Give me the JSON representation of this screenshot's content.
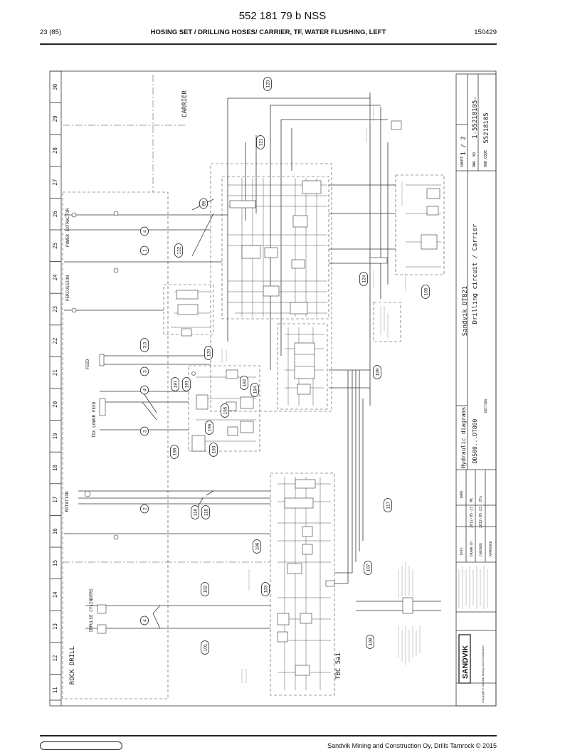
{
  "header": {
    "doc_number": "552 181 79 b NSS",
    "page": "23 (85)",
    "title": "HOSING SET / DRILLING HOSES/ CARRIER, TF, WATER FLUSHING, LEFT",
    "date_code": "150429"
  },
  "footer": {
    "company_text": "Sandvik Mining and Construction Oy, Drills Tamrock © 2015"
  },
  "drawing": {
    "column_numbers": [
      "11",
      "12",
      "13",
      "14",
      "15",
      "16",
      "17",
      "18",
      "19",
      "20",
      "21",
      "22",
      "23",
      "24",
      "25",
      "26",
      "27",
      "28",
      "29",
      "30"
    ],
    "section_labels": {
      "carrier": "CARRIER",
      "rock_drill": "ROCK DRILL",
      "tbc": "TBC 5a1",
      "power_extractor": "POWER EXTRACTOR",
      "percussion": "PERCUSSION",
      "feed": "FEED",
      "tdx_lower_feed": "TDX LOWER FEED",
      "rotation": "ROTATION",
      "impulse_cylinders": "IMPULSE CYLINDERS"
    },
    "hose_tags": [
      "123",
      "121",
      "89",
      "122",
      "1",
      "4",
      "124",
      "105",
      "3,5",
      "120",
      "3",
      "4",
      "197",
      "191",
      "192",
      "194",
      "195",
      "196",
      "193",
      "3",
      "198",
      "109",
      "117",
      "2",
      "116",
      "115",
      "106",
      "107",
      "103",
      "102",
      "4",
      "101",
      "108"
    ],
    "title_block": {
      "sheet": "SHEET",
      "sheet_value": "1 / 2",
      "drawing_label": "DWG. NO",
      "drawing_value": "1-55218105-",
      "order_label": "ORD.CODE",
      "order_value": "55218105",
      "product": "Sandvik DT821",
      "circuit": "Drilling circuit / Carrier",
      "category": "Hydraulic diagrams",
      "series": "DD500...DT800",
      "edition": "EDITION",
      "name_col": "NAME",
      "date_col": "DATE",
      "drawn": "DRAWN BY",
      "checked": "CHECKED",
      "approved": "APPROVED",
      "drawn_date": "2012-05-23",
      "checked_date": "2012-05-23",
      "drawn_name": "MK",
      "checked_name": "JTo",
      "brand": "SANDVIK",
      "copyright": "Copyright © Sandvik Mining and Construction"
    }
  }
}
